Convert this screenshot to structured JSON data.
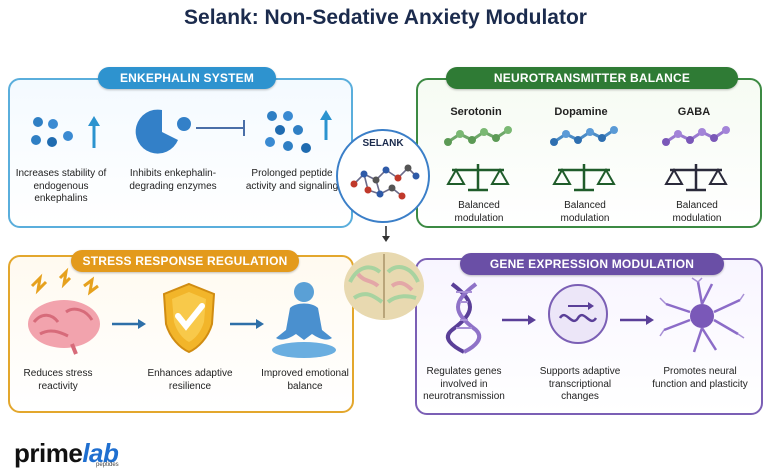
{
  "title": "Selank: Non-Sedative Anxiety Modulator",
  "center": {
    "label": "SELANK"
  },
  "enkephalin": {
    "heading": "ENKEPHALIN SYSTEM",
    "captions": [
      "Increases stability of endogenous enkephalins",
      "Inhibits enkephalin-degrading enzymes",
      "Prolonged peptide activity and signaling"
    ]
  },
  "neurotransmitter": {
    "heading": "NEUROTRANSMITTER BALANCE",
    "items": [
      {
        "name": "Serotonin",
        "caption": "Balanced modulation"
      },
      {
        "name": "Dopamine",
        "caption": "Balanced modulation"
      },
      {
        "name": "GABA",
        "caption": "Balanced modulation"
      }
    ]
  },
  "stress": {
    "heading": "STRESS RESPONSE REGULATION",
    "captions": [
      "Reduces stress reactivity",
      "Enhances adaptive resilience",
      "Improved emotional balance"
    ]
  },
  "gene": {
    "heading": "GENE EXPRESSION MODULATION",
    "captions": [
      "Regulates genes involved in neurotransmission",
      "Supports adaptive transcriptional changes",
      "Promotes neural function and plasticity"
    ]
  },
  "logo": {
    "prime": "prime",
    "lab": "lab",
    "sub": "peptides"
  },
  "colors": {
    "blue": "#2e93cf",
    "green": "#2f7b35",
    "orange": "#e39a1c",
    "purple": "#6a4fa6",
    "navy": "#1b2b4d"
  }
}
